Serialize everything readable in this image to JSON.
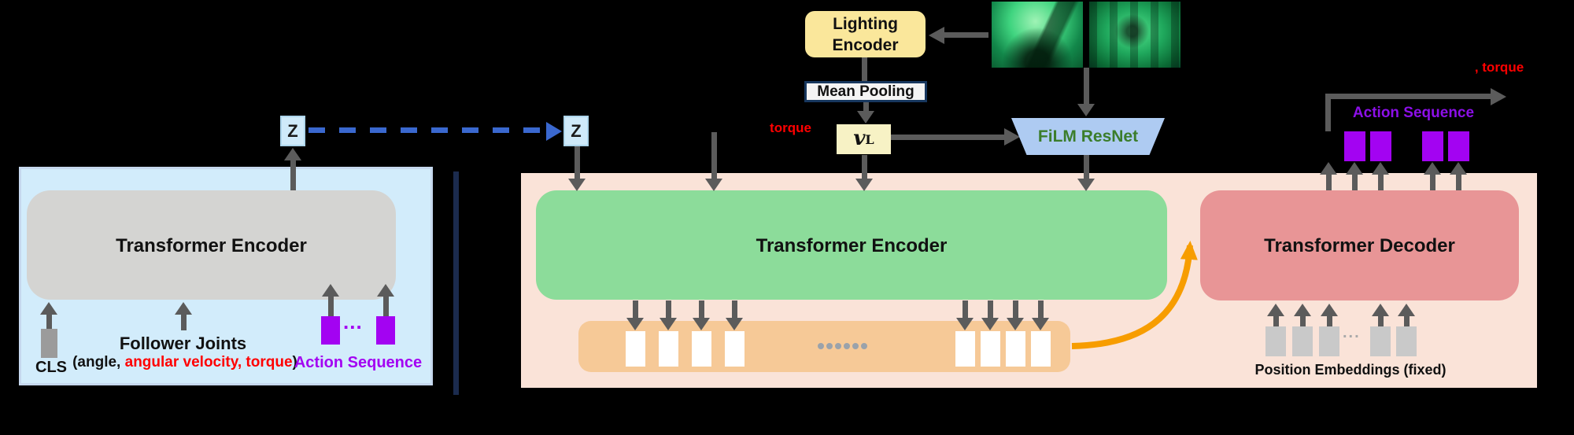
{
  "colors": {
    "bg": "#000000",
    "arrow": "#5b5b5b",
    "student-panel": "#d2ecfb",
    "student-border": "#c6d8ee",
    "gray-box": "#d4d4d2",
    "cls-gray": "#9b9b9b",
    "purple": "#a303f2",
    "action-purple": "#8c0fe8",
    "red": "#ff0000",
    "z-fill": "#cfeafa",
    "z-border": "#aed6ec",
    "dash-blue": "#3a68cf",
    "divider": "#1b2b4e",
    "teacher-panel": "#fae3d8",
    "green-box": "#8cdc9a",
    "token-row": "#f6c997",
    "token-dots": "#9aa2ab",
    "decoder": "#e89596",
    "pos-gray": "#c9c9c9",
    "pos-dots": "#a9a9a9",
    "lighting-yellow": "#fae79b",
    "vl-yellow": "#f7f2c5",
    "mp-fill": "#f4f4f4",
    "mp-border": "#17375e",
    "film-blue": "#aecbf2",
    "film-text": "#3b7d2b",
    "orange-arrow": "#f79d00"
  },
  "student": {
    "encoder_label": "Transformer Encoder",
    "cls_label": "CLS",
    "follower_label": "Follower Joints",
    "follower_sub_prefix": "(angle, ",
    "follower_sub_red": "angular velocity, torque",
    "follower_sub_suffix": ")",
    "ellipsis": "...",
    "action_sequence_label": "Action Sequence",
    "latent_label": "Z"
  },
  "bridge": {
    "latent_label": "Z"
  },
  "teacher": {
    "encoder_label": "Transformer Encoder",
    "decoder_label": "Transformer Decoder",
    "torque_input_label": "torque",
    "position_embeddings_label": "Position Embeddings (fixed)",
    "pos_ellipsis": "...",
    "output_action_label": "Action Sequence",
    "output_torque_label": ", torque"
  },
  "lighting": {
    "line1": "Lighting",
    "line2": "Encoder",
    "mean_pooling_label": "Mean Pooling",
    "vl_base": "v",
    "vl_sub": "L"
  },
  "film": {
    "label": "FiLM ResNet"
  },
  "images": {
    "image1_name": "green-lit-gripper-camera-view",
    "image2_name": "green-lit-workspace-camera-view"
  }
}
